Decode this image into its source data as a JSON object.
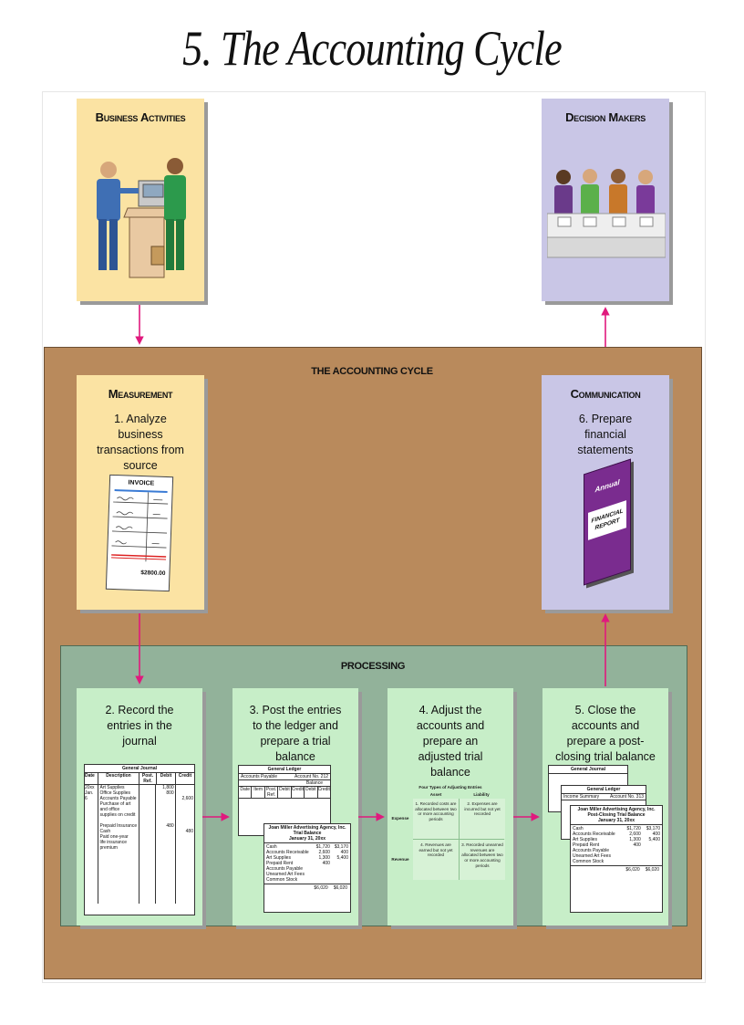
{
  "page": {
    "title": "5. The Accounting Cycle"
  },
  "top": {
    "business": {
      "title": "Business Activities"
    },
    "decision": {
      "title": "Decision Makers"
    }
  },
  "cycle": {
    "label": "THE ACCOUNTING CYCLE",
    "measurement": {
      "title": "Measurement",
      "step": "1. Analyze business transactions from source documents",
      "invoice": {
        "label": "INVOICE",
        "amount": "$2800.00"
      }
    },
    "communication": {
      "title": "Communication",
      "step": "6. Prepare financial statements",
      "report": {
        "line1": "Annual",
        "line2": "FINANCIAL",
        "line3": "REPORT"
      }
    }
  },
  "processing": {
    "label": "PROCESSING",
    "steps": [
      {
        "text": "2. Record the entries in the journal"
      },
      {
        "text": "3. Post the entries to the ledger and prepare a trial balance"
      },
      {
        "text": "4. Adjust the accounts and prepare an adjusted trial balance"
      },
      {
        "text": "5. Close the accounts and prepare a post-closing trial balance"
      }
    ]
  },
  "journal": {
    "title": "General Journal",
    "headers": [
      "Date",
      "Description",
      "Post. Ref.",
      "Debit",
      "Credit"
    ],
    "date": "20xx Jan. 6",
    "lines": [
      "Art Supplies",
      "Office Supplies",
      "Accounts Payable",
      "Purchase of art",
      "and office",
      "supplies on credit",
      "",
      "Prepaid Insurance",
      "Cash",
      "Paid one-year",
      "life insurance",
      "premium"
    ],
    "debits": [
      "1,800",
      "800",
      "",
      "",
      "",
      "",
      "",
      "480"
    ],
    "credits": [
      "",
      "",
      "2,600",
      "",
      "",
      "",
      "",
      "",
      "480"
    ]
  },
  "ledger": {
    "title": "General Ledger",
    "account": "Accounts Payable",
    "account_no": "Account No. 212",
    "headers": [
      "Date",
      "Item",
      "Post. Ref.",
      "Debit",
      "Credit",
      "Debit",
      "Credit"
    ],
    "balance_label": "Balance",
    "tb_company": "Joan Miller Advertising Agency, Inc.",
    "tb_title": "Trial Balance",
    "tb_date": "January 31, 20xx",
    "tb_accounts": [
      "Cash",
      "Accounts Receivable",
      "Art Supplies",
      "Prepaid Rent",
      "Accounts Payable",
      "Unearned Art Fees",
      "Common Stock"
    ],
    "tb_debits": [
      "$1,720",
      "2,600",
      "1,300",
      "400"
    ],
    "tb_credits": [
      "$3,170",
      "400",
      "5,400"
    ],
    "tb_total_debit": "$6,020",
    "tb_total_credit": "$6,020"
  },
  "adjust": {
    "title": "Four Types of Adjusting Entries",
    "col_asset": "Asset",
    "col_liability": "Liability",
    "row_expense": "Expense",
    "row_revenue": "Revenue",
    "cells": [
      "1. Recorded costs are allocated between two or more accounting periods",
      "2. Expenses are incurred but not yet recorded",
      "4. Revenues are earned but not yet recorded",
      "3. Recorded unearned revenues are allocated between two or more accounting periods"
    ]
  },
  "closing": {
    "journal_title": "General Journal",
    "ledger_title": "General Ledger",
    "income_summary": "Income Summary",
    "account_no": "Account No. 313",
    "company": "Joan Miller Advertising Agency, Inc.",
    "title": "Post-Closing Trial Balance",
    "date": "January 31, 20xx",
    "accounts": [
      "Cash",
      "Accounts Receivable",
      "Art Supplies",
      "Prepaid Rent",
      "Accounts Payable",
      "Unearned Art Fees",
      "Common Stock"
    ],
    "debits": [
      "$1,720",
      "2,600",
      "1,300",
      "400"
    ],
    "credits": [
      "$3,170",
      "400",
      "5,400"
    ],
    "total_debit": "$6,020",
    "total_credit": "$6,020"
  },
  "colors": {
    "accounting_bg": "#b98a5c",
    "processing_bg": "#92b29a",
    "yellow_card": "#fbe3a3",
    "lavender_card": "#c9c6e6",
    "green_card": "#c7eec8",
    "arrow": "#e0197d"
  }
}
